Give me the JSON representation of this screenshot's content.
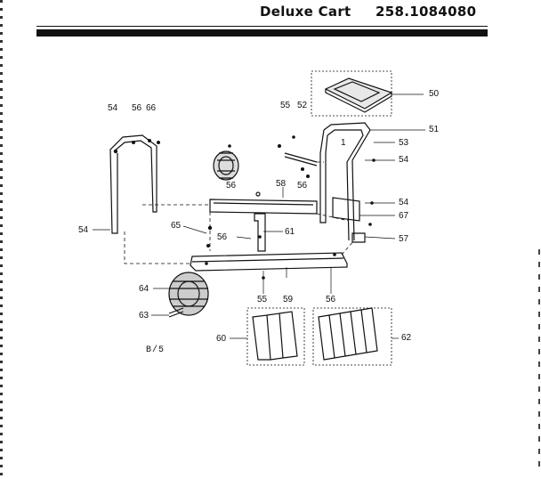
{
  "header": {
    "title": "Deluxe Cart",
    "part_number": "258.1084080"
  },
  "page_code": "B/5",
  "callouts": [
    {
      "id": "c50",
      "label": "50"
    },
    {
      "id": "c51",
      "label": "51"
    },
    {
      "id": "c52",
      "label": "52"
    },
    {
      "id": "c53",
      "label": "53"
    },
    {
      "id": "c54a",
      "label": "54"
    },
    {
      "id": "c54b",
      "label": "54"
    },
    {
      "id": "c54c",
      "label": "54"
    },
    {
      "id": "c54d",
      "label": "54"
    },
    {
      "id": "c55a",
      "label": "55"
    },
    {
      "id": "c55b",
      "label": "55"
    },
    {
      "id": "c56a",
      "label": "56"
    },
    {
      "id": "c56b",
      "label": "56"
    },
    {
      "id": "c56c",
      "label": "56"
    },
    {
      "id": "c56d",
      "label": "56"
    },
    {
      "id": "c56e",
      "label": "56"
    },
    {
      "id": "c57",
      "label": "57"
    },
    {
      "id": "c58",
      "label": "58"
    },
    {
      "id": "c59",
      "label": "59"
    },
    {
      "id": "c60",
      "label": "60"
    },
    {
      "id": "c61",
      "label": "61"
    },
    {
      "id": "c62",
      "label": "62"
    },
    {
      "id": "c63",
      "label": "63"
    },
    {
      "id": "c64",
      "label": "64"
    },
    {
      "id": "c65",
      "label": "65"
    },
    {
      "id": "c66",
      "label": "66"
    },
    {
      "id": "c67",
      "label": "67"
    },
    {
      "id": "c1",
      "label": "1"
    }
  ]
}
